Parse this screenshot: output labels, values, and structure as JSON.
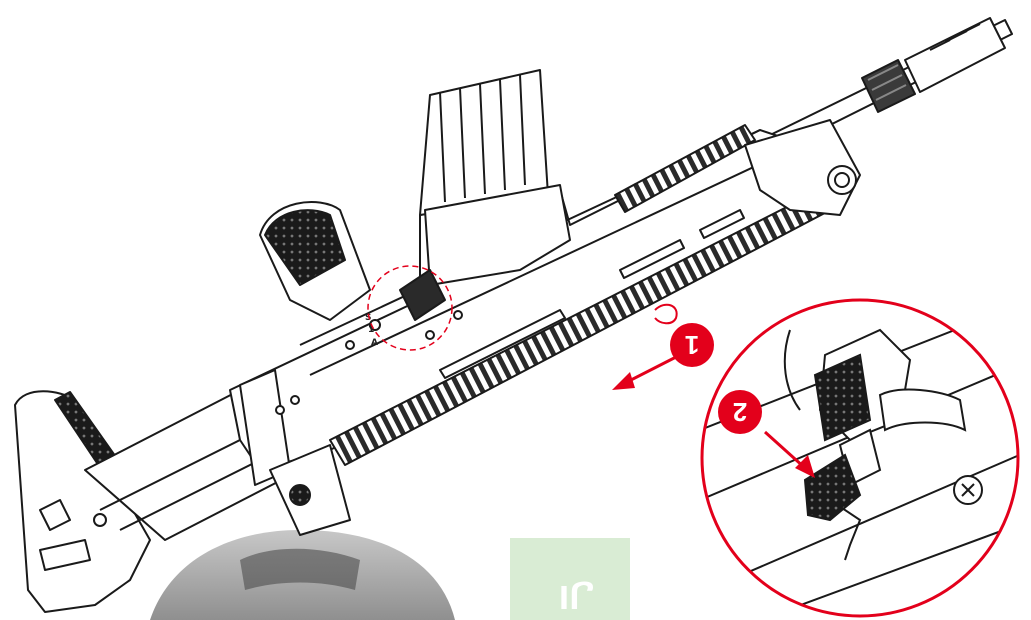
{
  "callouts": [
    {
      "id": "1",
      "label": "1"
    },
    {
      "id": "2",
      "label": "2"
    }
  ],
  "receiver_markings": [
    "S",
    "1",
    "A"
  ],
  "watermark_text": "ﺍﻝ",
  "colors": {
    "accent": "#e3001b",
    "line": "#1a1a1a",
    "panel_green": "#d9ecd4",
    "helmet_gray": "#8e8e8e"
  },
  "icons": [
    "arrow-icon",
    "magnifier-circle-icon",
    "callout-badge-icon"
  ]
}
